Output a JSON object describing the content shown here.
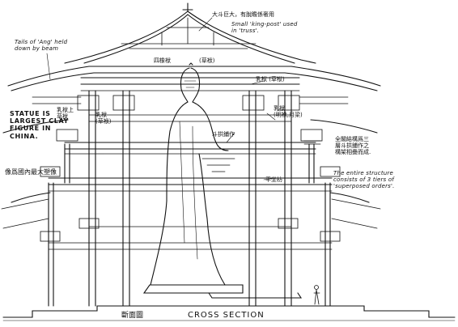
{
  "labels": {
    "kingpost_cn": "大斗巨大，有脫瞻係奢用",
    "kingpost_en": "Small 'king-post' used\nin 'truss'.",
    "ang_tails": "Tails of 'Ang' held\ndown by beam",
    "beam_cn_top": "四橡袱",
    "beam_cn_top2": "(草袱)",
    "beam_cn_right": "乳袱  (草袱)",
    "beam_cn_mid": "乳袱\n(明袱,月梁)",
    "beam_cn_left": "乳袱\n(草袱)",
    "left_small_cn": "乳袱上\n草袱",
    "statue_en": "STATUE IS\nLARGEST CLAY\nFIGURE IN\nCHINA.",
    "statue_cn": "像爲國內最大塑像",
    "right_cn": "全閣結構爲三\n層斗拱鋪作之\n構架相疊而成.",
    "right_en": "The entire structure\nconsists of 3 tiers of\n'superposed orders'.",
    "center_cn": "斗拱鋪作",
    "right_small_cn": "平坐枋",
    "section_cn": "斷面圖",
    "section_en": "CROSS  SECTION"
  },
  "colors": {
    "ink": "#111111",
    "paper": "#ffffff"
  }
}
